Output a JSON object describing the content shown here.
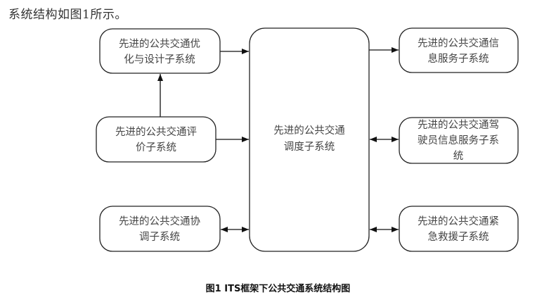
{
  "intro_text": "系统结构如图1所示。",
  "caption": "图1 ITS框架下公共交通系统结构图",
  "nodes": {
    "center": {
      "lines": [
        "先进的公共交通",
        "调度子系统"
      ]
    },
    "optimization": {
      "lines": [
        "先进的公共交通优",
        "化与设计子系统"
      ]
    },
    "evaluation": {
      "lines": [
        "先进的公共交通评",
        "价子系统"
      ]
    },
    "coordination": {
      "lines": [
        "先进的公共交通协",
        "调子系统"
      ]
    },
    "info_service": {
      "lines": [
        "先进的公共交通信",
        "息服务子系统"
      ]
    },
    "driver_info": {
      "lines": [
        "先进的公共交通驾",
        "驶员信息服务子系",
        "统"
      ]
    },
    "emergency": {
      "lines": [
        "先进的公共交通紧",
        "急救援子系统"
      ]
    }
  },
  "edges": [
    {
      "from": "optimization",
      "to": "center",
      "direction": "one-way"
    },
    {
      "from": "evaluation",
      "to": "optimization",
      "direction": "one-way"
    },
    {
      "from": "evaluation",
      "to": "center",
      "direction": "one-way"
    },
    {
      "from": "coordination",
      "to": "center",
      "direction": "two-way"
    },
    {
      "from": "center",
      "to": "info_service",
      "direction": "one-way"
    },
    {
      "from": "center",
      "to": "driver_info",
      "direction": "two-way"
    },
    {
      "from": "center",
      "to": "emergency",
      "direction": "two-way"
    }
  ]
}
